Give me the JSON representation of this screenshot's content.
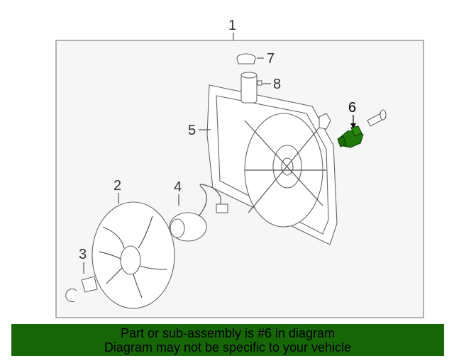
{
  "diagram": {
    "callouts": [
      {
        "id": "1",
        "label": "1"
      },
      {
        "id": "2",
        "label": "2"
      },
      {
        "id": "3",
        "label": "3"
      },
      {
        "id": "4",
        "label": "4"
      },
      {
        "id": "5",
        "label": "5"
      },
      {
        "id": "6",
        "label": "6"
      },
      {
        "id": "7",
        "label": "7"
      },
      {
        "id": "8",
        "label": "8"
      }
    ],
    "highlight_color": "#1f7a0a"
  },
  "banner": {
    "line1": "Part or sub-assembly is #6 in diagram",
    "line2": "Diagram may not be specific to your vehicle",
    "background": "#176607"
  }
}
